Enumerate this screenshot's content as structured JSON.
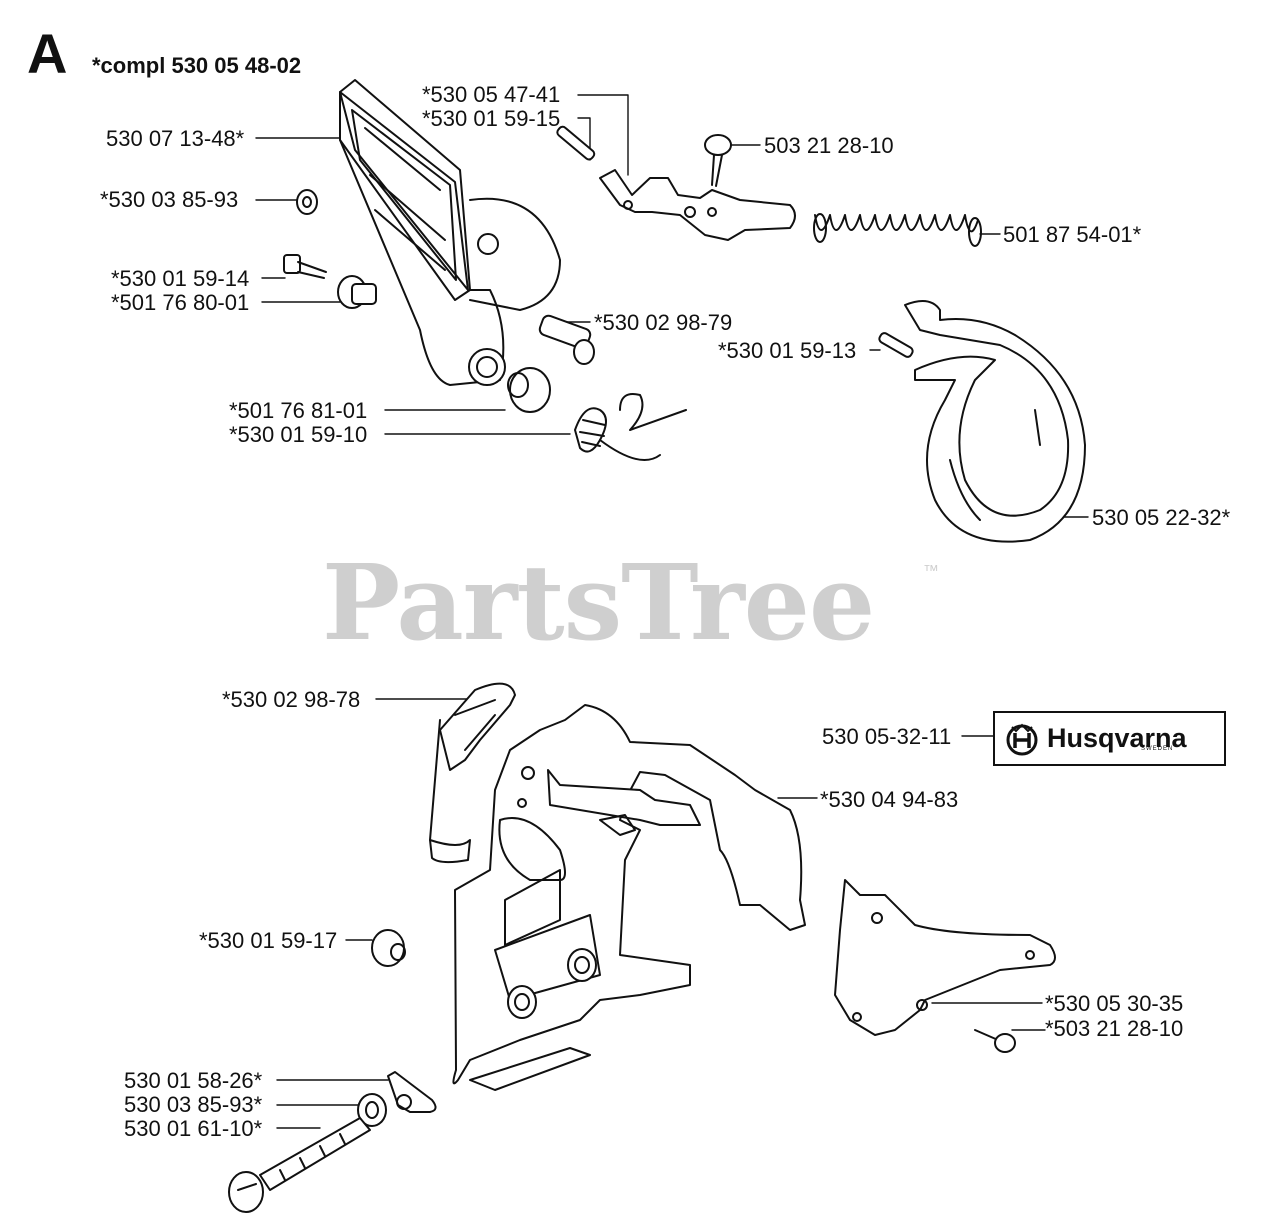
{
  "section": {
    "letter": "A",
    "assembly": "*compl 530 05 48-02"
  },
  "watermark": {
    "text": "PartsTree",
    "tm": "™"
  },
  "decal": {
    "brand": "Husqvarna",
    "sub": "SWEDEN"
  },
  "parts": [
    {
      "id": "p1",
      "label": "*530 05 47-41"
    },
    {
      "id": "p2",
      "label": "*530 01 59-15"
    },
    {
      "id": "p3",
      "label": "530 07 13-48*"
    },
    {
      "id": "p4",
      "label": "503 21 28-10"
    },
    {
      "id": "p5",
      "label": "*530 03 85-93"
    },
    {
      "id": "p6",
      "label": "501 87 54-01*"
    },
    {
      "id": "p7",
      "label": "*530 01 59-14"
    },
    {
      "id": "p8",
      "label": "*501 76 80-01"
    },
    {
      "id": "p9",
      "label": "*530 02 98-79"
    },
    {
      "id": "p10",
      "label": "*530 01 59-13"
    },
    {
      "id": "p11",
      "label": "*501 76 81-01"
    },
    {
      "id": "p12",
      "label": "*530 01 59-10"
    },
    {
      "id": "p13",
      "label": "530 05 22-32*"
    },
    {
      "id": "p14",
      "label": "*530 02 98-78"
    },
    {
      "id": "p15",
      "label": "530 05-32-11"
    },
    {
      "id": "p16",
      "label": "*530 04 94-83"
    },
    {
      "id": "p17",
      "label": "*530 01 59-17"
    },
    {
      "id": "p18",
      "label": "*530 05 30-35"
    },
    {
      "id": "p19",
      "label": "*503 21 28-10"
    },
    {
      "id": "p20",
      "label": "530 01 58-26*"
    },
    {
      "id": "p21",
      "label": "530 03 85-93*"
    },
    {
      "id": "p22",
      "label": "530 01 61-10*"
    }
  ]
}
